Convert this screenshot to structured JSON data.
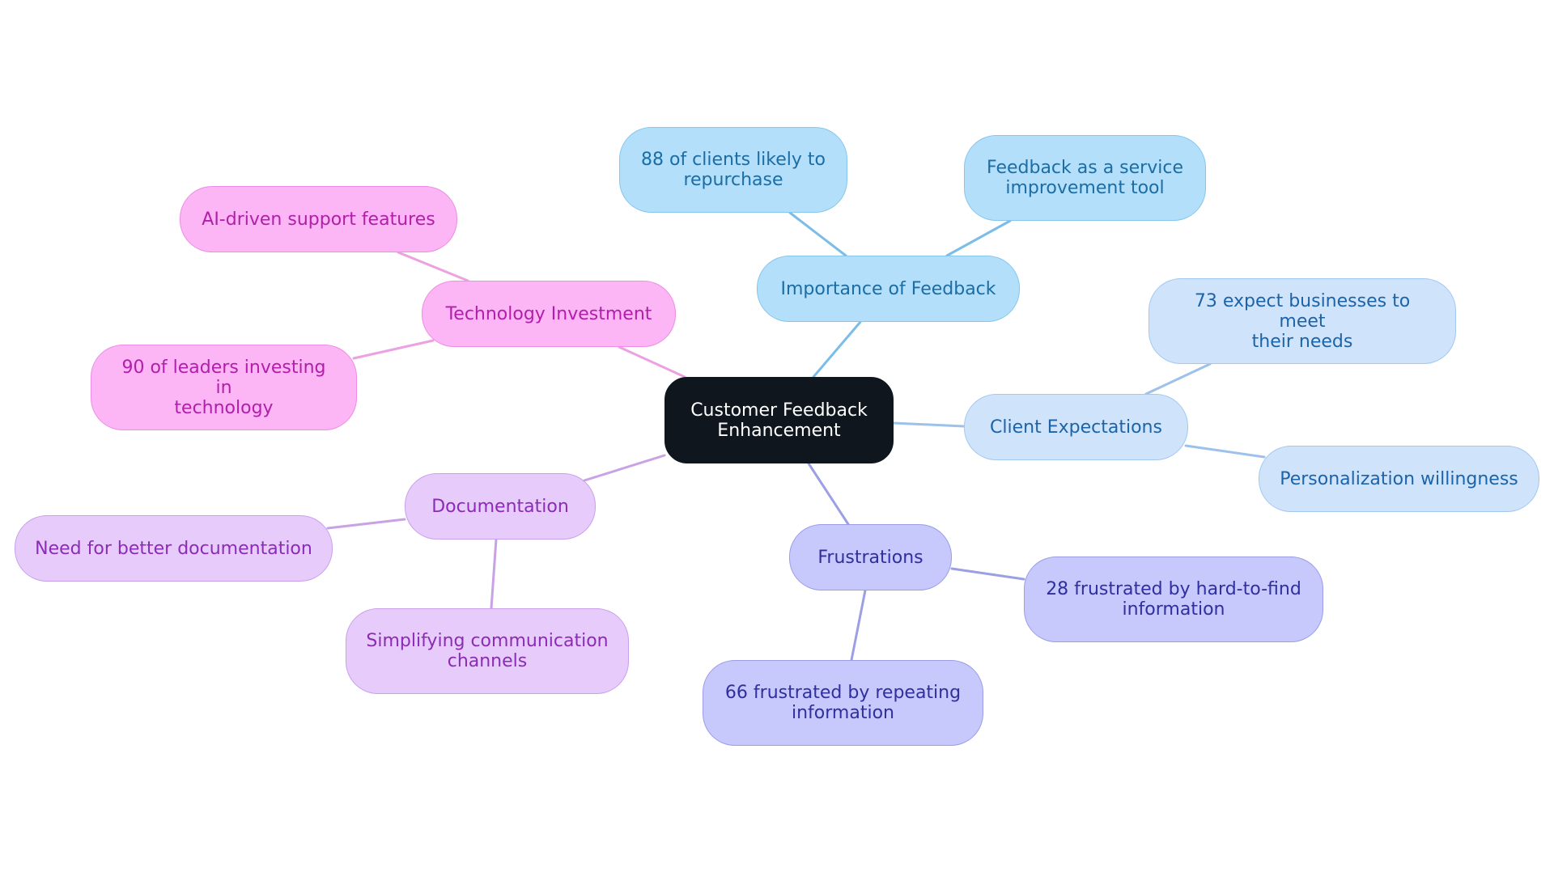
{
  "mindmap": {
    "root": {
      "label": "Customer Feedback\nEnhancement",
      "fill": "#0f161d",
      "border": "#0f161d",
      "text": "#ffffff"
    },
    "branches": [
      {
        "label": "Importance of Feedback",
        "fill": "#b3dffb",
        "border": "#86c6ec",
        "text": "#1b6da3",
        "line": "#7bbde6",
        "children": [
          {
            "label": "88 of clients likely to\nrepurchase"
          },
          {
            "label": "Feedback as a service\nimprovement tool"
          }
        ]
      },
      {
        "label": "Client Expectations",
        "fill": "#cfe4fb",
        "border": "#a4c7ef",
        "text": "#1d63a8",
        "line": "#9cc1ea",
        "children": [
          {
            "label": "73 expect businesses to meet\ntheir needs"
          },
          {
            "label": "Personalization willingness"
          }
        ]
      },
      {
        "label": "Frustrations",
        "fill": "#c7c8fb",
        "border": "#9a9de8",
        "text": "#2f2f9e",
        "line": "#9c9fe4",
        "children": [
          {
            "label": "28 frustrated by hard-to-find\ninformation"
          },
          {
            "label": "66 frustrated by repeating\ninformation"
          }
        ]
      },
      {
        "label": "Documentation",
        "fill": "#e7cbfb",
        "border": "#c9a0ec",
        "text": "#8a2cb6",
        "line": "#c9a2e6",
        "children": [
          {
            "label": "Need for better documentation"
          },
          {
            "label": "Simplifying communication\nchannels"
          }
        ]
      },
      {
        "label": "Technology Investment",
        "fill": "#fcb5f5",
        "border": "#ec8ee3",
        "text": "#b11faa",
        "line": "#eca1e2",
        "children": [
          {
            "label": "AI-driven support features"
          },
          {
            "label": "90 of leaders investing in\ntechnology"
          }
        ]
      }
    ]
  }
}
